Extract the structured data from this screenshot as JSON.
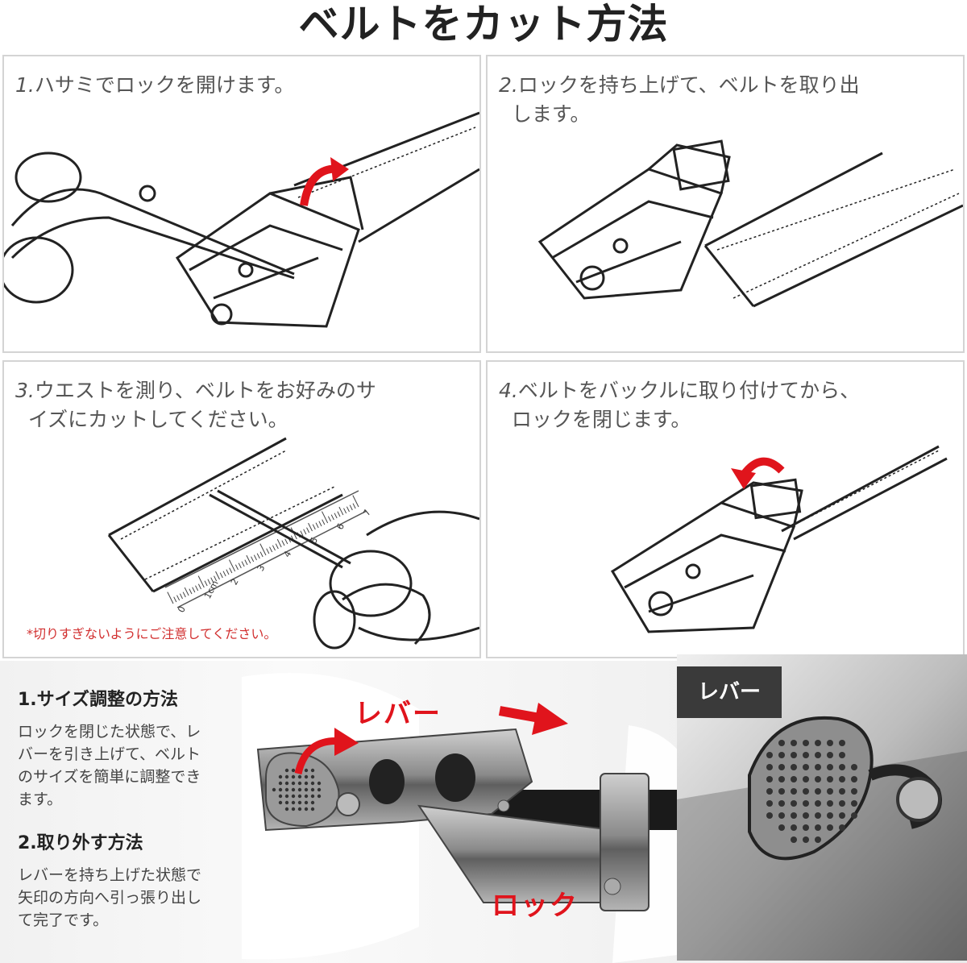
{
  "title": "ベルトをカット方法",
  "steps": [
    {
      "num": "1.",
      "text": "ハサミでロックを開けます。"
    },
    {
      "num": "2.",
      "text": "ロックを持ち上げて、ベルトを取り出\n  します。"
    },
    {
      "num": "3.",
      "text": "ウエストを測り、ベルトをお好みのサ\n  イズにカットしてください。",
      "note": "*切りすぎないようにご注意してください。"
    },
    {
      "num": "4.",
      "text": "ベルトをバックルに取り付けてから、\n  ロックを閉じます。"
    }
  ],
  "ruler_labels": [
    "0",
    "1cm",
    "2",
    "3",
    "4",
    "5",
    "6",
    "7"
  ],
  "instructions": [
    {
      "heading": "1.サイズ調整の方法",
      "body": "ロックを閉じた状態で、レ\nバーを引き上げて、ベルト\nのサイズを簡単に調整でき\nます。"
    },
    {
      "heading": "2.取り外す方法",
      "body": "レバーを持ち上げた状態で\n矢印の方向へ引っ張り出し\nて完了です。"
    }
  ],
  "labels": {
    "lever": "レバー",
    "lock": "ロック",
    "inset_lever": "レバー"
  },
  "colors": {
    "accent": "#e0141c",
    "title": "#222222",
    "text": "#555555",
    "border": "#d4d4d4"
  }
}
